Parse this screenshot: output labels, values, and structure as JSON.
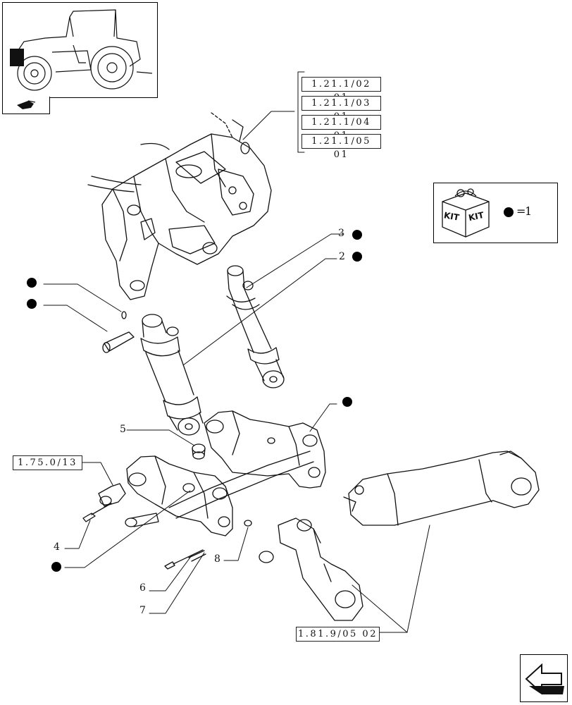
{
  "thumbnail": {
    "icon": "tractor-overview-icon"
  },
  "nav_tab": {
    "icon": "hand-pointer-icon"
  },
  "refs": {
    "group": [
      "1.21.1/02 01",
      "1.21.1/03 01",
      "1.21.1/04 01",
      "1.21.1/05 01"
    ],
    "left": "1.75.0/13",
    "bottom": "1.81.9/05 02"
  },
  "kit": {
    "icon": "kit-box-icon",
    "label_a": "KIT",
    "label_b": "KIT",
    "equals": "=",
    "qty": "1"
  },
  "callouts": {
    "n2": "2",
    "n3": "3",
    "n4": "4",
    "n5": "5",
    "n6": "6",
    "n7": "7",
    "n8": "8"
  },
  "next_button": {
    "icon": "next-page-arrow-icon"
  }
}
